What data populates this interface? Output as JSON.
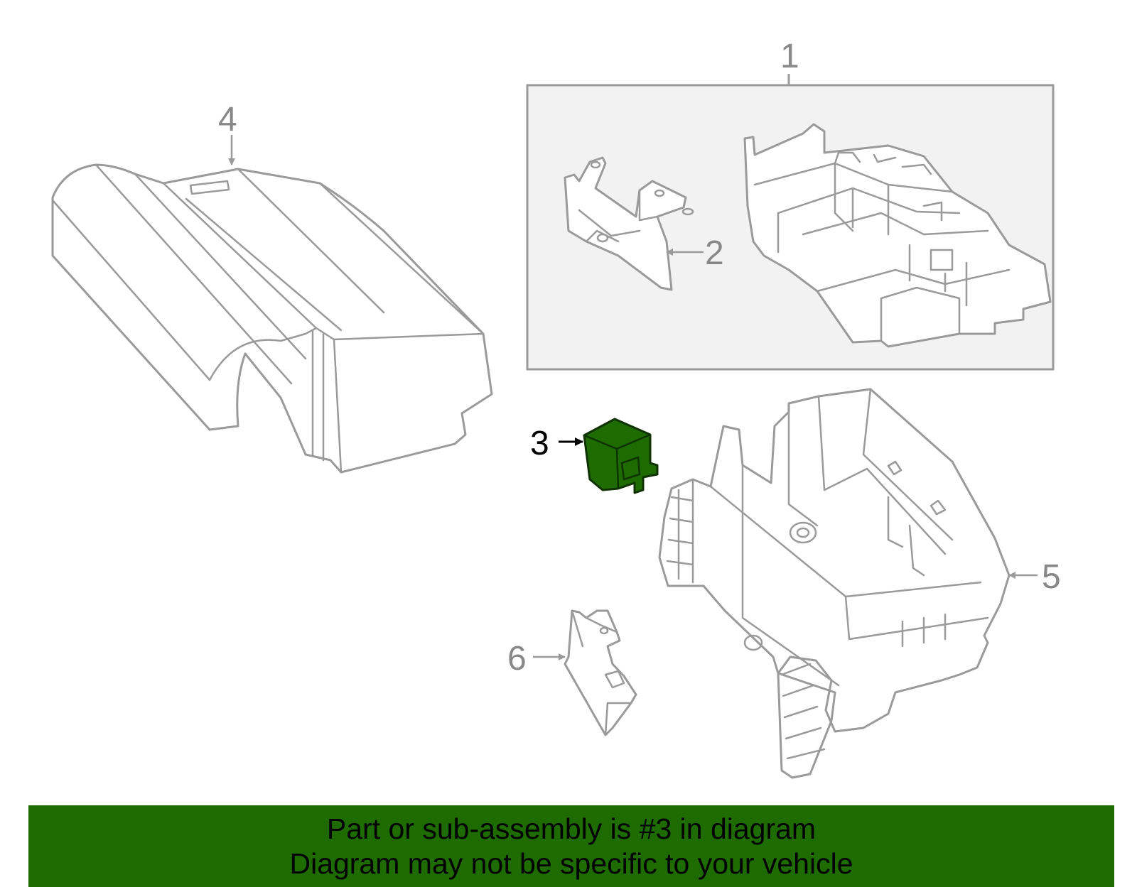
{
  "callouts": {
    "c1": "1",
    "c2": "2",
    "c3": "3",
    "c4": "4",
    "c5": "5",
    "c6": "6"
  },
  "banner": {
    "line1": "Part or sub-assembly is #3 in diagram",
    "line2": "Diagram may not be specific to your vehicle"
  },
  "colors": {
    "highlight": "#1e6b00",
    "outline": "#9a9a9a",
    "selected_label": "#000000"
  }
}
